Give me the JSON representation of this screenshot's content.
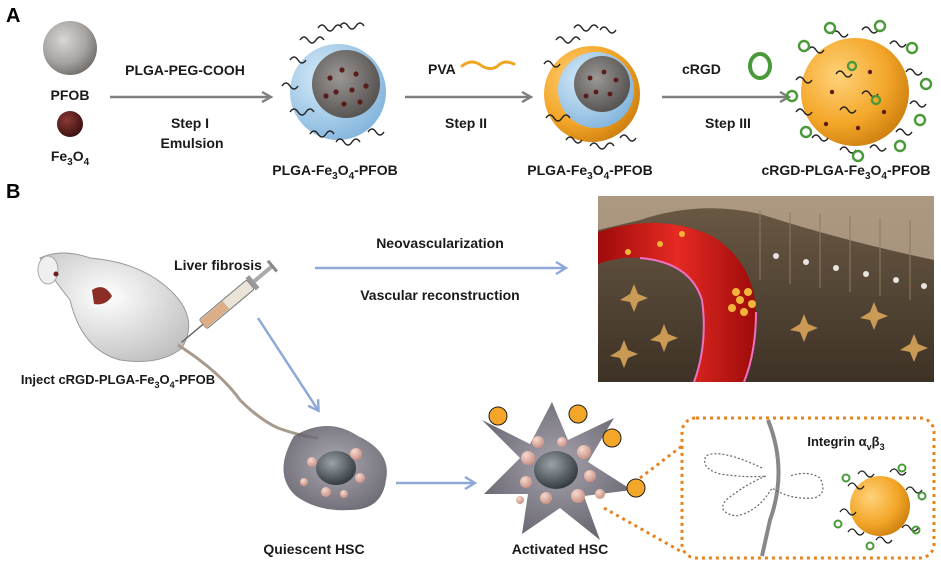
{
  "panel_a": {
    "label": "A",
    "inputs": {
      "pfob": "PFOB",
      "fe3o4": {
        "base": "Fe",
        "sub1": "3",
        "mid": "O",
        "sub2": "4"
      }
    },
    "step1": {
      "reagent": "PLGA-PEG-COOH",
      "name": "Step I",
      "method": "Emulsion"
    },
    "step2": {
      "reagent": "PVA",
      "name": "Step II"
    },
    "step3": {
      "reagent": "cRGD",
      "name": "Step III"
    },
    "product1": {
      "pre": "PLGA-Fe",
      "sub1": "3",
      "mid": "O",
      "sub2": "4",
      "post": "-PFOB"
    },
    "product2": {
      "pre": "PLGA-Fe",
      "sub1": "3",
      "mid": "O",
      "sub2": "4",
      "post": "-PFOB"
    },
    "product3": {
      "pre": "cRGD-PLGA-Fe",
      "sub1": "3",
      "mid": "O",
      "sub2": "4",
      "post": "-PFOB"
    }
  },
  "panel_b": {
    "label": "B",
    "inject": {
      "pre": "Inject cRGD-PLGA-Fe",
      "sub1": "3",
      "mid": "O",
      "sub2": "4",
      "post": "-PFOB"
    },
    "liver_fibrosis": "Liver fibrosis",
    "neovascularization": "Neovascularization",
    "vascular_reconstruction": "Vascular reconstruction",
    "quiescent_hsc": "Quiescent HSC",
    "activated_hsc": "Activated HSC",
    "integrin": {
      "pre": "Integrin α",
      "sub1": "v",
      "mid": "β",
      "sub2": "3"
    }
  },
  "colors": {
    "arrow_gray": "#7f7f7f",
    "arrow_blue": "#8ea9d8",
    "shell_blue": "#a9cdea",
    "orange": "#f0a520",
    "vessel_red": "#d81818",
    "dotted_orange": "#e8821e",
    "cRGD_green": "#4a9a3a"
  }
}
